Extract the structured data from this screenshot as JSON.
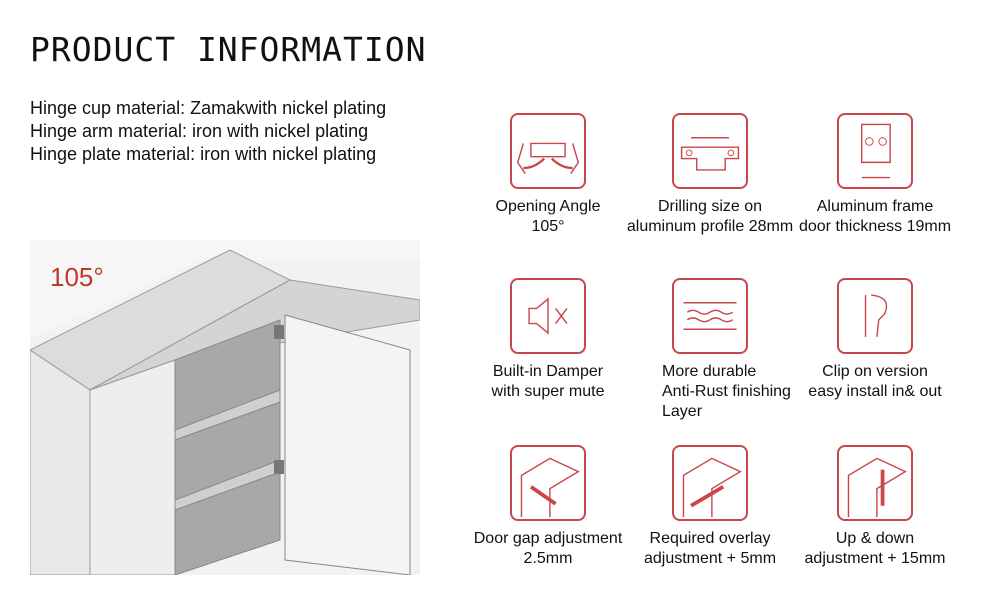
{
  "title": "PRODUCT INFORMATION",
  "materials": [
    "Hinge cup material:  Zamakwith nickel plating",
    "Hinge arm material: iron with nickel plating",
    "Hinge plate material: iron with nickel plating"
  ],
  "illustration": {
    "angle_label": "105°"
  },
  "features": [
    {
      "icon": "opening-angle-icon",
      "lines": [
        "Opening Angle",
        "105°"
      ]
    },
    {
      "icon": "drilling-size-icon",
      "lines": [
        "Drilling size on",
        "aluminum profile 28mm"
      ]
    },
    {
      "icon": "aluminum-frame-icon",
      "lines": [
        "Aluminum  frame",
        "door thickness 19mm"
      ]
    },
    {
      "icon": "damper-mute-icon",
      "lines": [
        "Built-in Damper",
        "with super mute"
      ]
    },
    {
      "icon": "anti-rust-icon",
      "lines": [
        "More durable",
        "Anti-Rust finishing",
        "Layer"
      ]
    },
    {
      "icon": "clip-on-icon",
      "lines": [
        "Clip on version",
        "easy install in& out"
      ]
    },
    {
      "icon": "door-gap-icon",
      "lines": [
        "Door gap adjustment",
        "2.5mm"
      ]
    },
    {
      "icon": "overlay-adjust-icon",
      "lines": [
        "Required overlay",
        "adjustment + 5mm"
      ]
    },
    {
      "icon": "up-down-adjust-icon",
      "lines": [
        "Up & down",
        "adjustment + 15mm"
      ]
    }
  ],
  "colors": {
    "accent": "#c9474a"
  }
}
